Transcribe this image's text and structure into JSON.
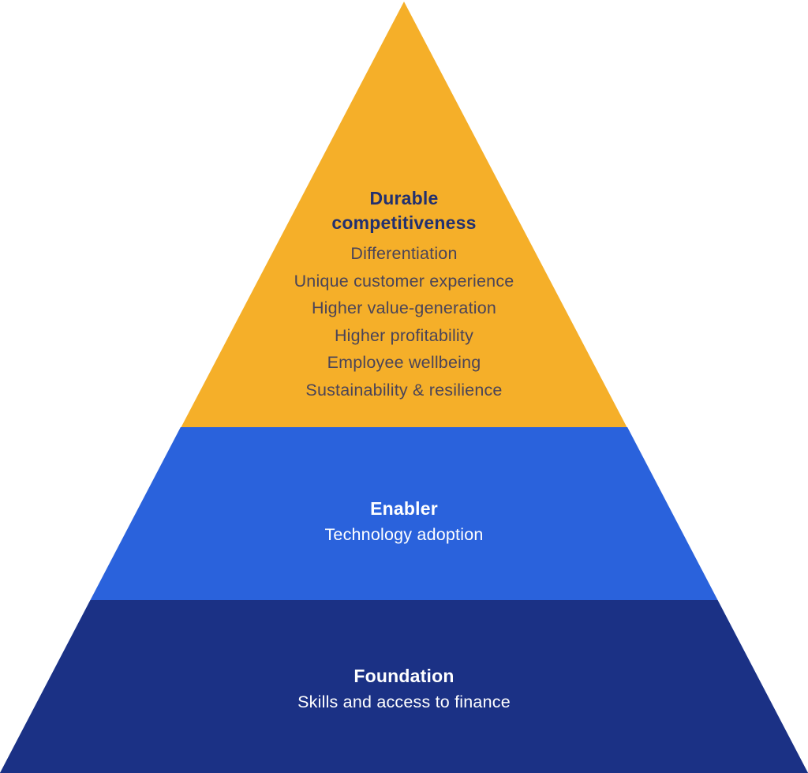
{
  "diagram": {
    "type": "pyramid",
    "tiers": [
      {
        "level": 1,
        "position": "top",
        "title": "Durable competitiveness",
        "items": [
          "Differentiation",
          "Unique customer experience",
          "Higher value-generation",
          "Higher profitability",
          "Employee wellbeing",
          "Sustainability & resilience"
        ],
        "bg_color": "#F5AF29",
        "title_color": "#22306F",
        "item_color": "#4A4458"
      },
      {
        "level": 2,
        "position": "middle",
        "title": "Enabler",
        "items": [
          "Technology adoption"
        ],
        "bg_color": "#2A62DC",
        "title_color": "#FFFFFF",
        "item_color": "#FFFFFF"
      },
      {
        "level": 3,
        "position": "bottom",
        "title": "Foundation",
        "items": [
          "Skills and access to finance"
        ],
        "bg_color": "#1B3185",
        "title_color": "#FFFFFF",
        "item_color": "#FFFFFF"
      }
    ]
  }
}
